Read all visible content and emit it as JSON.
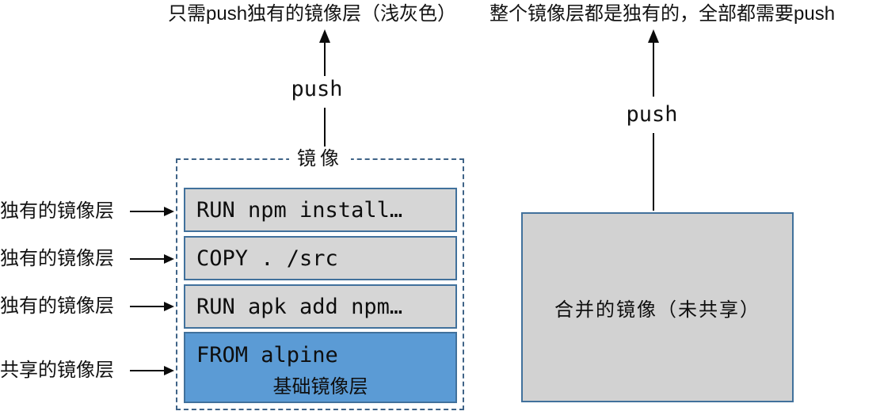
{
  "captions": {
    "left": "只需push独有的镜像层（浅灰色）",
    "right": "整个镜像层都是独有的，全部都需要push"
  },
  "push": {
    "left_label": "push",
    "right_label": "push"
  },
  "image_stack": {
    "title": "镜像",
    "layers": [
      {
        "command": "RUN npm install…",
        "type": "unique"
      },
      {
        "command": "COPY . /src",
        "type": "unique"
      },
      {
        "command": "RUN apk add npm…",
        "type": "unique"
      },
      {
        "command": "FROM alpine",
        "sublabel": "基础镜像层",
        "type": "shared"
      }
    ]
  },
  "row_labels": [
    {
      "text": "独有的镜像层"
    },
    {
      "text": "独有的镜像层"
    },
    {
      "text": "独有的镜像层"
    },
    {
      "text": "共享的镜像层"
    }
  ],
  "merged_image": {
    "label": "合并的镜像（未共享）"
  },
  "colors": {
    "shared_layer_fill": "#5b9bd5",
    "unique_layer_fill": "#d6d6d6",
    "layer_border": "#41719c",
    "dashed_border": "#3f6387",
    "merged_fill": "#d2d2d2",
    "arrow": "#0b0b0b"
  }
}
